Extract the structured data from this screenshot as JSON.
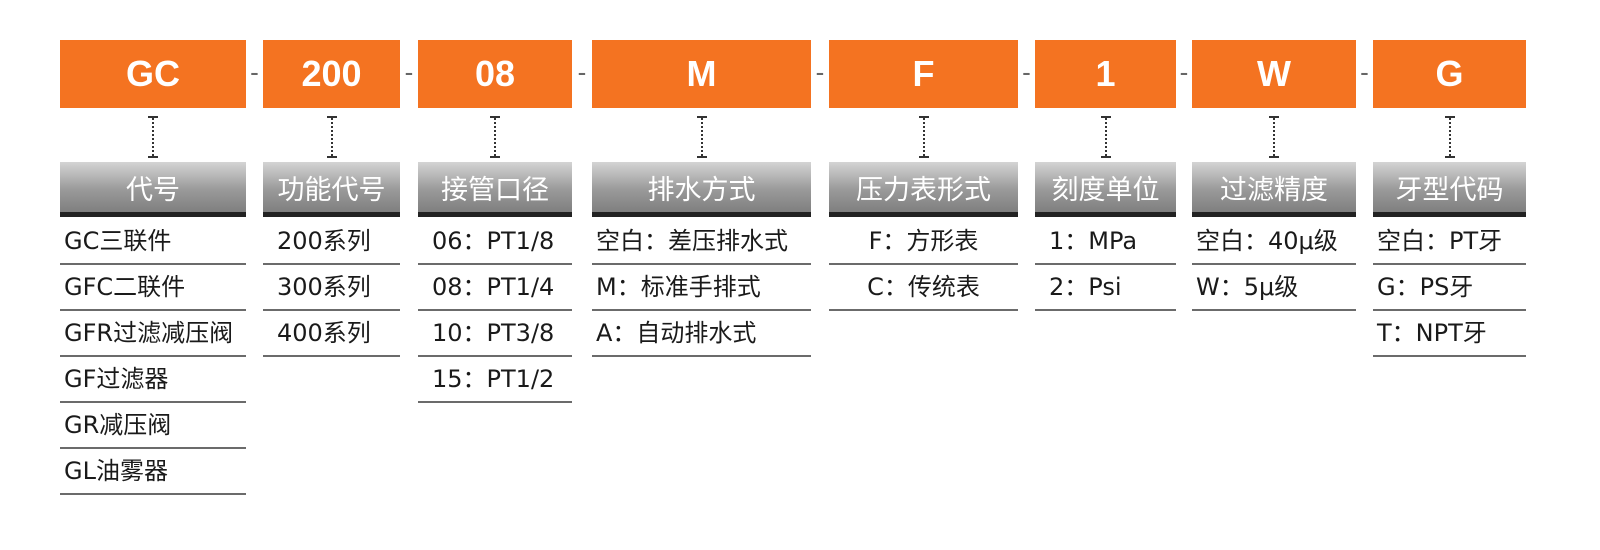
{
  "separator": "-",
  "columns": [
    {
      "code": "GC",
      "header": "代号",
      "align": "left",
      "items": [
        "GC三联件",
        "GFC二联件",
        "GFR过滤减压阀",
        "GF过滤器",
        "GR减压阀",
        "GL油雾器"
      ]
    },
    {
      "code": "200",
      "header": "功能代号",
      "align": "indent",
      "items": [
        "200系列",
        "300系列",
        "400系列"
      ]
    },
    {
      "code": "08",
      "header": "接管口径",
      "align": "indent",
      "items": [
        "06：PT1/8",
        "08：PT1/4",
        "10：PT3/8",
        "15：PT1/2"
      ]
    },
    {
      "code": "M",
      "header": "排水方式",
      "align": "left",
      "items": [
        "空白：差压排水式",
        "M：标准手排式",
        "A：自动排水式"
      ]
    },
    {
      "code": "F",
      "header": "压力表形式",
      "align": "center",
      "items": [
        "F：方形表",
        "C：传统表"
      ]
    },
    {
      "code": "1",
      "header": "刻度单位",
      "align": "indent",
      "items": [
        "1：MPa",
        "2：Psi"
      ]
    },
    {
      "code": "W",
      "header": "过滤精度",
      "align": "left",
      "items": [
        "空白：40μ级",
        "W：5μ级"
      ]
    },
    {
      "code": "G",
      "header": "牙型代码",
      "align": "left",
      "items": [
        "空白：PT牙",
        "G：PS牙",
        "T：NPT牙"
      ]
    }
  ],
  "colors": {
    "code_bg": "#f47321",
    "header_gradient": [
      "#d4d4d4",
      "#7f7f7f"
    ],
    "header_rule": "#222222",
    "item_rule": "#6b6b6b"
  }
}
